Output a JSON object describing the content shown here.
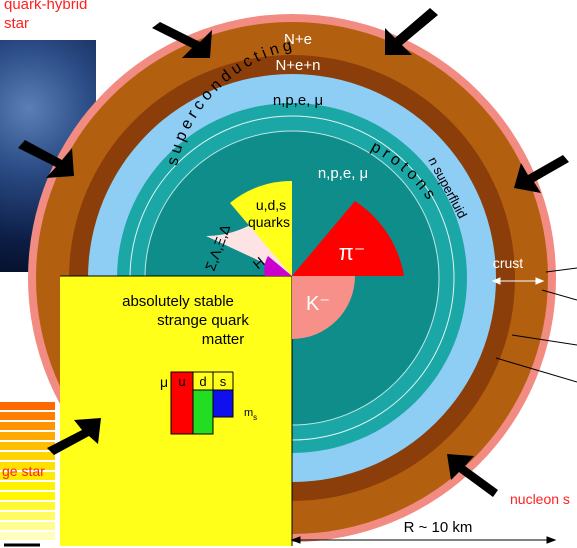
{
  "corner_labels": {
    "top_left": "quark-hybrid\nstar",
    "left_mid": "ge star",
    "bottom_right": "nucleon s"
  },
  "layers": {
    "outer_1": "N+e",
    "outer_2": "N+e+n",
    "outer_3": "n,p,e, μ",
    "superconducting": "superconducting",
    "protons": "protons",
    "n_superfluid": "n superfluid",
    "inner_npe": "n,p,e, μ",
    "crust": "crust"
  },
  "core": {
    "uds_quarks_line1": "u,d,s",
    "uds_quarks_line2": "quarks",
    "hyperons": "Σ,Λ,Ξ,Δ",
    "h_dibaryon": "H",
    "pion": "π⁻",
    "kaon": "K⁻"
  },
  "strange_matter": {
    "line1": "absolutely stable",
    "line2": "strange quark",
    "line3": "matter",
    "mu_label": "μ",
    "flavors": [
      "u",
      "d",
      "s"
    ],
    "ms_label": "m"
  },
  "scale": {
    "radius": "R ~ 10 km"
  },
  "colors": {
    "outer_pink": "#f28b82",
    "brown": "#b35f10",
    "dark_brown": "#8b3e0a",
    "light_blue": "#8ecdf4",
    "teal": "#1ca7a7",
    "dark_teal": "#0f8d8b",
    "yellow": "#ffff1a",
    "red": "#ff0000",
    "pink": "#f79088",
    "green": "#22dd22",
    "blue": "#1010ee"
  }
}
